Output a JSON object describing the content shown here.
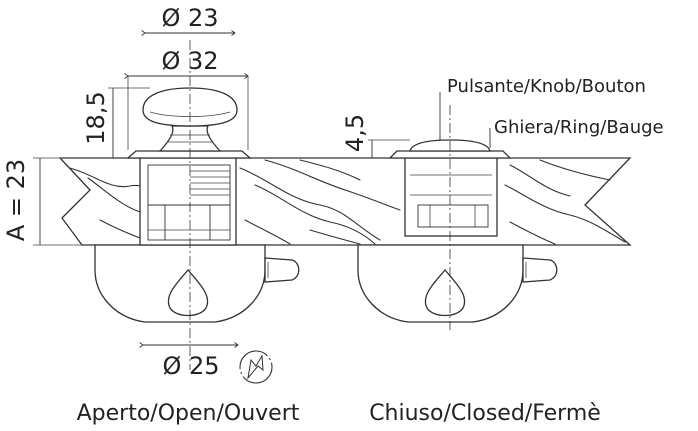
{
  "dimensions": {
    "d_head": "Ø 23",
    "d_flange": "Ø 32",
    "height_open": "18,5",
    "height_closed": "4,5",
    "thickness": "A = 23",
    "d_hole": "Ø 25"
  },
  "callouts": {
    "knob": "Pulsante/Knob/Bouton",
    "ring": "Ghiera/Ring/Bauge"
  },
  "captions": {
    "open": "Aperto/Open/Ouvert",
    "closed": "Chiuso/Closed/Fermè"
  },
  "icons": {
    "rotation": "rotate-key-icon"
  }
}
